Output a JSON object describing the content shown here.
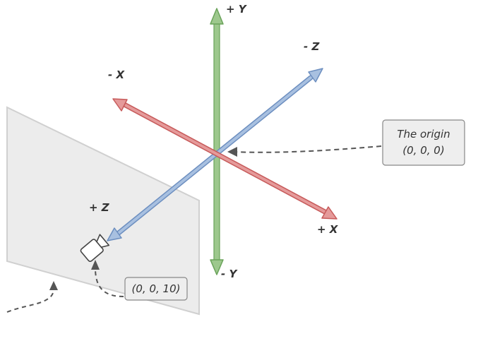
{
  "axes": {
    "y_positive": "+ Y",
    "y_negative": "- Y",
    "x_positive": "+ X",
    "x_negative": "- X",
    "z_positive": "+ Z",
    "z_negative": "- Z"
  },
  "callouts": {
    "origin_line1": "The origin",
    "origin_line2": "(0, 0, 0)",
    "camera": "(0, 0, 10)"
  },
  "colors": {
    "y_axis": "#9dc88d",
    "y_axis_stroke": "#6aa35a",
    "x_axis": "#e59a9a",
    "x_axis_stroke": "#c75b5b",
    "z_axis": "#a8c0e0",
    "z_axis_stroke": "#6d8fc0",
    "plane_fill": "#ececec",
    "plane_stroke": "#d0d0d0",
    "callout_fill": "#eeeeee",
    "callout_stroke": "#888888"
  },
  "icons": {
    "camera": "video-camera-icon"
  }
}
